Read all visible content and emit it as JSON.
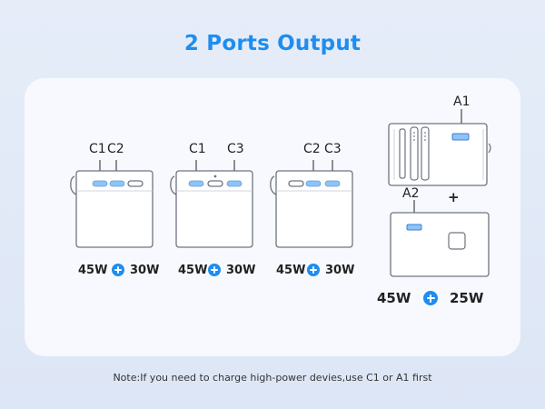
{
  "title": "2 Ports Output",
  "groups": [
    {
      "labels": [
        "C1",
        "C2"
      ],
      "watt_left": "45W",
      "watt_right": "30W"
    },
    {
      "labels": [
        "C1",
        "C3"
      ],
      "watt_left": "45W",
      "watt_right": "30W"
    },
    {
      "labels": [
        "C2",
        "C3"
      ],
      "watt_left": "45W",
      "watt_right": "30W"
    }
  ],
  "big_group": {
    "top_label": "A1",
    "bottom_label": "A2",
    "plus_symbol": "+",
    "watt_left": "45W",
    "watt_right": "25W"
  },
  "note": "Note:If you need to charge high-power devies,use C1 or A1 first",
  "colors": {
    "accent": "#1e8df0",
    "active_port": "#8ec3f5",
    "inactive_port": "#9aa0a8",
    "outline": "#6d7380"
  }
}
